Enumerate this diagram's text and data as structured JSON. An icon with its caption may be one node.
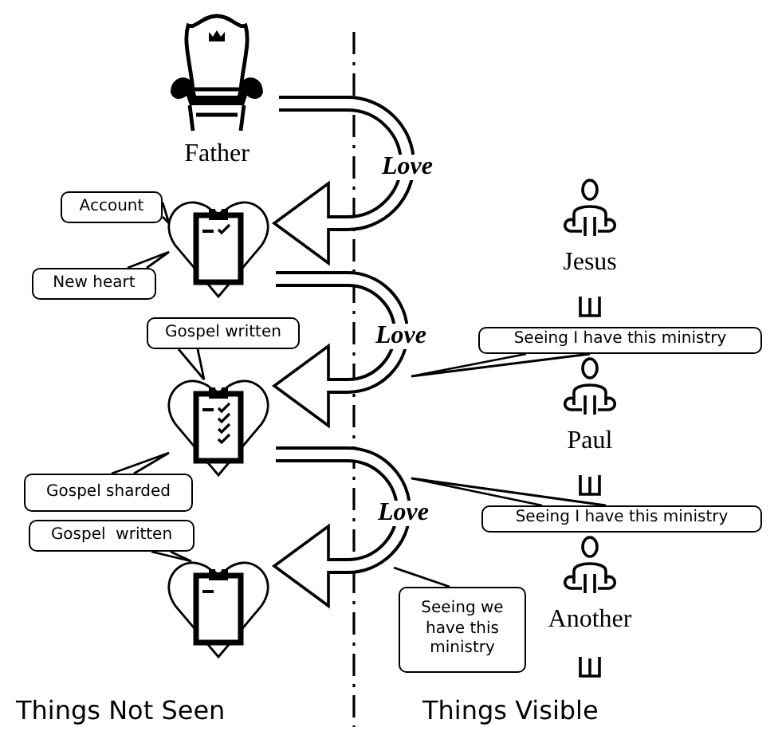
{
  "diagram": {
    "nodes": [
      {
        "text": [
          "Father"
        ]
      },
      {
        "text": [],
        "shape": "heart"
      },
      {
        "text": [
          "Account"
        ]
      },
      {
        "text": [
          "New heart"
        ]
      },
      {
        "text": [
          "Jesus"
        ]
      },
      {
        "text": [],
        "shape": "heart"
      },
      {
        "text": [
          "Gospel written"
        ]
      },
      {
        "text": [
          "Gospel sharded"
        ]
      },
      {
        "text": [
          "Paul"
        ]
      },
      {
        "text": [
          "Seeing I have this ministry"
        ]
      },
      {
        "text": [],
        "shape": "heart"
      },
      {
        "text": [
          "Gospel  written"
        ]
      },
      {
        "text": [
          "Another"
        ]
      },
      {
        "text": [
          "Seeing I have this ministry"
        ]
      },
      {
        "text": [
          "Seeing we have this ministry"
        ]
      }
    ],
    "edges": [
      {
        "from": 0,
        "to": 1,
        "arrow": "to",
        "label": "Love",
        "style": "thick"
      },
      {
        "from": 1,
        "to": 5,
        "arrow": "to",
        "label": "Love",
        "style": "thick"
      },
      {
        "from": 5,
        "to": 10,
        "arrow": "to",
        "label": "Love",
        "style": "thick"
      },
      {
        "from": 2,
        "to": 1,
        "arrow": "none"
      },
      {
        "from": 3,
        "to": 1,
        "arrow": "none"
      },
      {
        "from": 6,
        "to": 5,
        "arrow": "none"
      },
      {
        "from": 7,
        "to": 5,
        "arrow": "none"
      },
      {
        "from": 11,
        "to": 10,
        "arrow": "none"
      },
      {
        "from": 9,
        "to": null,
        "arrow": "none"
      },
      {
        "from": 13,
        "to": null,
        "arrow": "none"
      },
      {
        "from": 14,
        "to": null,
        "arrow": "none"
      }
    ],
    "labels": [
      "Things Not Seen",
      "Things Visible"
    ]
  }
}
